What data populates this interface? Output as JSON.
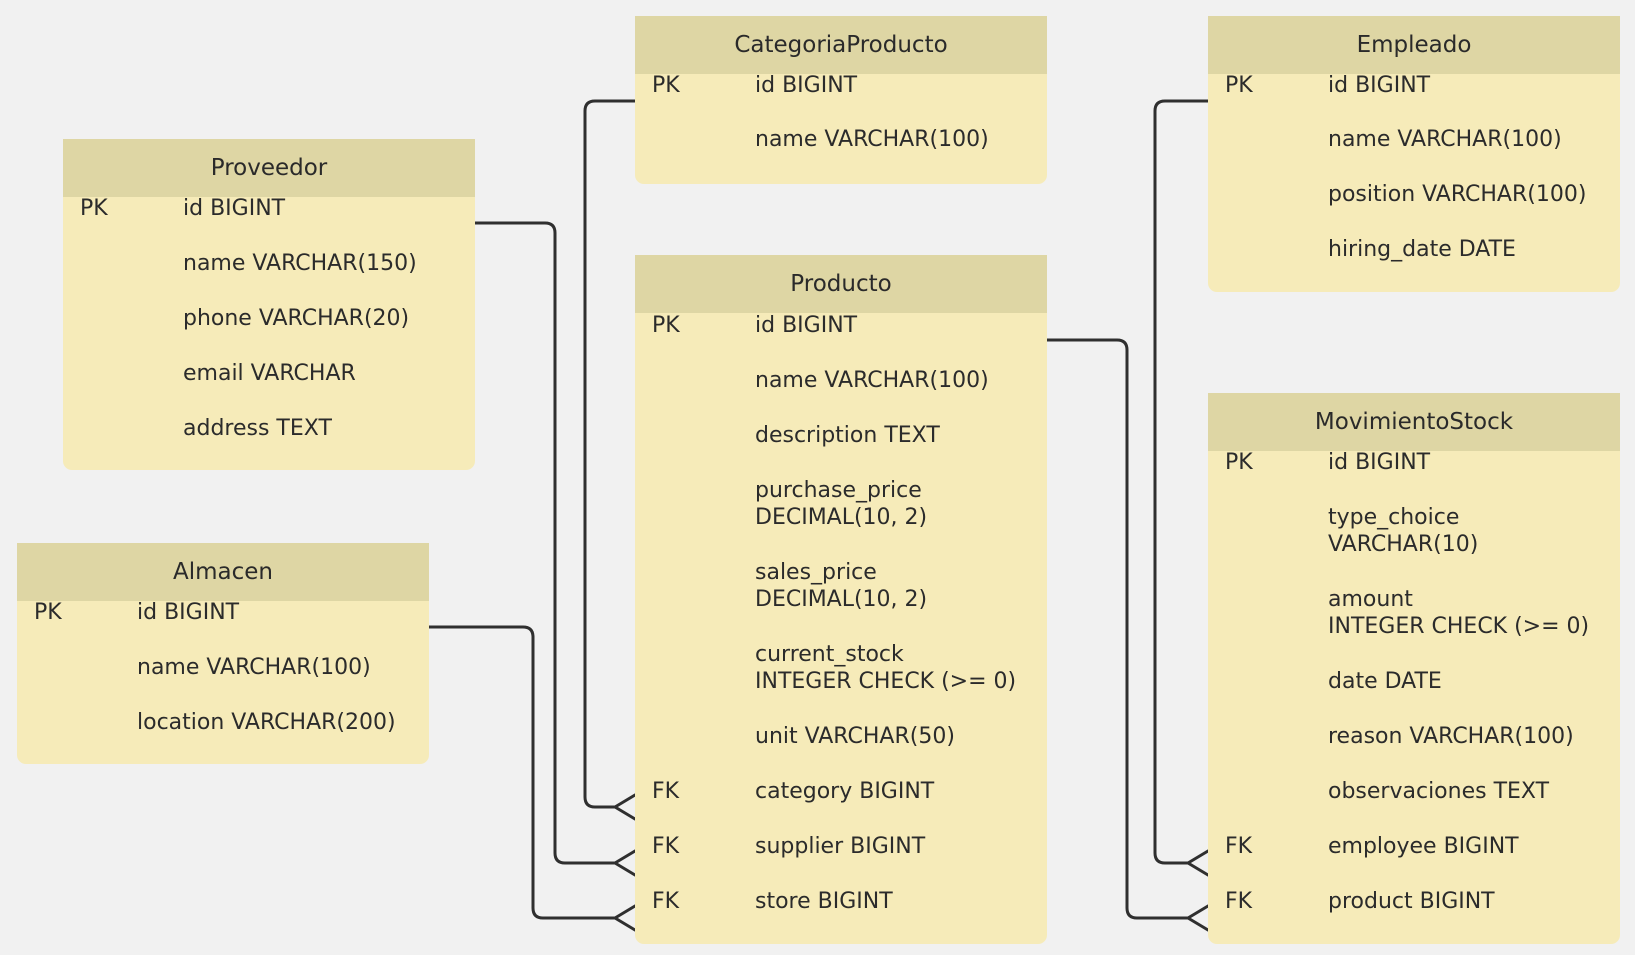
{
  "diagram": {
    "entities": {
      "categoria": {
        "title": "CategoriaProducto",
        "attributes": [
          {
            "key": "PK",
            "text": "id BIGINT"
          },
          {
            "key": "",
            "text": "name VARCHAR(100)"
          }
        ]
      },
      "empleado": {
        "title": "Empleado",
        "attributes": [
          {
            "key": "PK",
            "text": "id BIGINT"
          },
          {
            "key": "",
            "text": "name VARCHAR(100)"
          },
          {
            "key": "",
            "text": "position VARCHAR(100)"
          },
          {
            "key": "",
            "text": "hiring_date DATE"
          }
        ]
      },
      "proveedor": {
        "title": "Proveedor",
        "attributes": [
          {
            "key": "PK",
            "text": "id BIGINT"
          },
          {
            "key": "",
            "text": "name VARCHAR(150)"
          },
          {
            "key": "",
            "text": "phone VARCHAR(20)"
          },
          {
            "key": "",
            "text": "email VARCHAR"
          },
          {
            "key": "",
            "text": "address TEXT"
          }
        ]
      },
      "producto": {
        "title": "Producto",
        "attributes": [
          {
            "key": "PK",
            "text": "id BIGINT"
          },
          {
            "key": "",
            "text": "name VARCHAR(100)"
          },
          {
            "key": "",
            "text": "description TEXT"
          },
          {
            "key": "",
            "text": "purchase_price\nDECIMAL(10, 2)"
          },
          {
            "key": "",
            "text": "sales_price\nDECIMAL(10, 2)"
          },
          {
            "key": "",
            "text": "current_stock\nINTEGER CHECK (>= 0)"
          },
          {
            "key": "",
            "text": "unit VARCHAR(50)"
          },
          {
            "key": "FK",
            "text": "category BIGINT"
          },
          {
            "key": "FK",
            "text": "supplier BIGINT"
          },
          {
            "key": "FK",
            "text": "store BIGINT"
          }
        ]
      },
      "almacen": {
        "title": "Almacen",
        "attributes": [
          {
            "key": "PK",
            "text": "id BIGINT"
          },
          {
            "key": "",
            "text": "name VARCHAR(100)"
          },
          {
            "key": "",
            "text": "location VARCHAR(200)"
          }
        ]
      },
      "movimiento": {
        "title": "MovimientoStock",
        "attributes": [
          {
            "key": "PK",
            "text": "id BIGINT"
          },
          {
            "key": "",
            "text": "type_choice\nVARCHAR(10)"
          },
          {
            "key": "",
            "text": "amount\nINTEGER CHECK (>= 0)"
          },
          {
            "key": "",
            "text": "date DATE"
          },
          {
            "key": "",
            "text": "reason VARCHAR(100)"
          },
          {
            "key": "",
            "text": "observaciones TEXT"
          },
          {
            "key": "FK",
            "text": "employee BIGINT"
          },
          {
            "key": "FK",
            "text": "product BIGINT"
          }
        ]
      }
    },
    "relationships": [
      {
        "from": "categoria.id",
        "to": "producto.category",
        "cardinality": "one-to-many"
      },
      {
        "from": "proveedor.id",
        "to": "producto.supplier",
        "cardinality": "one-to-many"
      },
      {
        "from": "almacen.id",
        "to": "producto.store",
        "cardinality": "one-to-many"
      },
      {
        "from": "producto.id",
        "to": "movimiento.product",
        "cardinality": "one-to-many"
      },
      {
        "from": "empleado.id",
        "to": "movimiento.employee",
        "cardinality": "one-to-many"
      }
    ],
    "colors": {
      "background": "#f1f1f1",
      "header": "#ded6a4",
      "body": "#f6ebb9",
      "line": "#2f2f2f",
      "text": "#2b2b2b"
    }
  }
}
